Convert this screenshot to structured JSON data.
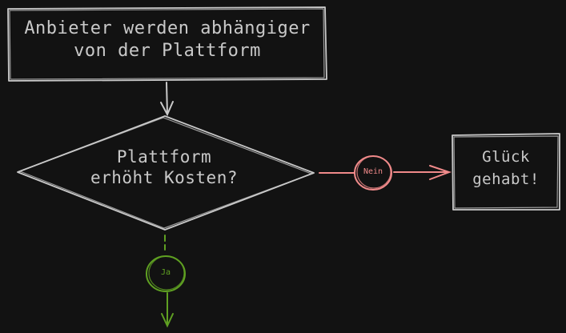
{
  "nodes": {
    "start_box": {
      "line1": "Anbieter werden abhängiger",
      "line2": "von der Plattform"
    },
    "decision": {
      "line1": "Plattform",
      "line2": "erhöht Kosten?"
    },
    "result_box": {
      "line1": "Glück",
      "line2": "gehabt!"
    }
  },
  "edges": {
    "no_label": "Nein",
    "yes_label": "Ja"
  },
  "colors": {
    "background": "#121212",
    "stroke": "#c9c9c9",
    "no_branch": "#f08a8a",
    "yes_branch": "#5fa022"
  }
}
